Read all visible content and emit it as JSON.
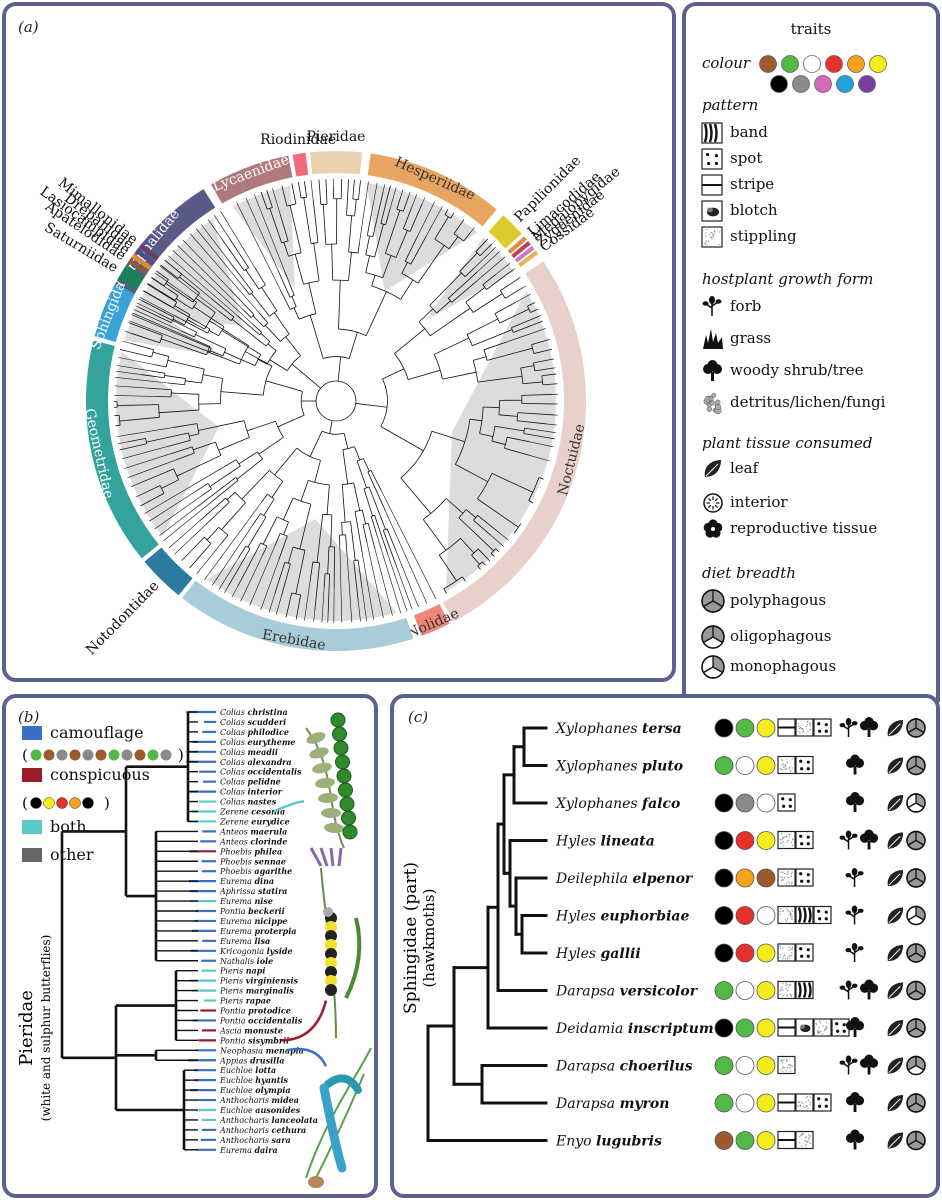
{
  "panel_a": {
    "label": "(a)",
    "families": [
      "Mimallonidae",
      "Drepanidae",
      "Lasiocampidae",
      "Apatelodidae",
      "Saturniidae",
      "Sphingidae",
      "Geometridae",
      "Notodontidae",
      "Erebidae",
      "Nolidae",
      "Noctuidae",
      "Cossidae",
      "Zygaenidae",
      "Megalopygidae",
      "Limacodidae",
      "Papilionidae",
      "Hesperiidae",
      "Pieridae",
      "Riodinidae",
      "Lycaenidae",
      "Nymphalidae"
    ]
  },
  "legend": {
    "title": "traits",
    "colour_header": "colour",
    "pattern_header": "pattern",
    "pattern_items": [
      "band",
      "spot",
      "stripe",
      "blotch",
      "stippling"
    ],
    "growth_header": "hostplant growth form",
    "growth_items": [
      "forb",
      "grass",
      "woody shrub/tree",
      "detritus/lichen/fungi"
    ],
    "tissue_header": "plant tissue consumed",
    "tissue_items": [
      "leaf",
      "interior",
      "reproductive tissue"
    ],
    "diet_header": "diet breadth",
    "diet_items": [
      "polyphagous",
      "oligophagous",
      "monophagous"
    ],
    "colours": [
      "#9b5a2c",
      "#52b848",
      "#ffffff",
      "#e8312a",
      "#f5a21e",
      "#f4ec1c",
      "#000000",
      "#8a8a8a",
      "#d66bb8",
      "#1fa3dc",
      "#7a3ea0"
    ]
  },
  "panel_b": {
    "label": "(b)",
    "legend": [
      "camouflage",
      "conspicuous",
      "both",
      "other"
    ],
    "legend_colors": [
      "#3a6fc4",
      "#9c1c2f",
      "#5ec8c8",
      "#666666"
    ],
    "axis_title": "Pieridae",
    "axis_subtitle": "(white and sulphur butterflies)",
    "taxa": [
      [
        "Colias",
        "christina"
      ],
      [
        "Colias",
        "scudderi"
      ],
      [
        "Colias",
        "philodice"
      ],
      [
        "Colias",
        "eurytheme"
      ],
      [
        "Colias",
        "meadii"
      ],
      [
        "Colias",
        "alexandra"
      ],
      [
        "Colias",
        "occidentalis"
      ],
      [
        "Colias",
        "pelidne"
      ],
      [
        "Colias",
        "interior"
      ],
      [
        "Colias",
        "nastes"
      ],
      [
        "Zerene",
        "cesonia"
      ],
      [
        "Zerene",
        "eurydice"
      ],
      [
        "Anteos",
        "maerula"
      ],
      [
        "Anteos",
        "clorinde"
      ],
      [
        "Phoebis",
        "philea"
      ],
      [
        "Phoebis",
        "sennae"
      ],
      [
        "Phoebis",
        "agarithe"
      ],
      [
        "Eurema",
        "dina"
      ],
      [
        "Aphrissa",
        "statira"
      ],
      [
        "Eurema",
        "nise"
      ],
      [
        "Pontia",
        "beckerii"
      ],
      [
        "Eurema",
        "nicippe"
      ],
      [
        "Eurema",
        "proterpia"
      ],
      [
        "Eurema",
        "lisa"
      ],
      [
        "Kricogonia",
        "lyside"
      ],
      [
        "Nathalis",
        "iole"
      ],
      [
        "Pieris",
        "napi"
      ],
      [
        "Pieris",
        "virginiensis"
      ],
      [
        "Pieris",
        "marginalis"
      ],
      [
        "Pieris",
        "rapae"
      ],
      [
        "Pontia",
        "protodice"
      ],
      [
        "Pontia",
        "occidentalis"
      ],
      [
        "Ascia",
        "monuste"
      ],
      [
        "Pontia",
        "sisymbrii"
      ],
      [
        "Neophasia",
        "menapia"
      ],
      [
        "Appias",
        "drusilla"
      ],
      [
        "Euchloe",
        "lotta"
      ],
      [
        "Euchloe",
        "hyantis"
      ],
      [
        "Euchloe",
        "olympia"
      ],
      [
        "Anthocharis",
        "midea"
      ],
      [
        "Euchloe",
        "ausonides"
      ],
      [
        "Anthocharis",
        "lanceolata"
      ],
      [
        "Anthocharis",
        "cethura"
      ],
      [
        "Anthocharis",
        "sara"
      ],
      [
        "Eurema",
        "daira"
      ]
    ]
  },
  "panel_c": {
    "label": "(c)",
    "axis_title": "Sphingidae (part)",
    "axis_subtitle": "(hawkmoths)",
    "species": [
      {
        "genus": "Xylophanes",
        "epithet": "tersa",
        "colours": [
          "#000000",
          "#52b848",
          "#f4ec1c"
        ],
        "patterns": [
          "stripe",
          "stippling",
          "spot"
        ],
        "growth": [
          "forb",
          "tree"
        ],
        "diet": "poly"
      },
      {
        "genus": "Xylophanes",
        "epithet": "pluto",
        "colours": [
          "#52b848",
          "#ffffff",
          "#f4ec1c"
        ],
        "patterns": [
          "stippling",
          "spot"
        ],
        "growth": [
          "tree"
        ],
        "diet": "poly"
      },
      {
        "genus": "Xylophanes",
        "epithet": "falco",
        "colours": [
          "#000000",
          "#8a8a8a",
          "#ffffff"
        ],
        "patterns": [
          "spot"
        ],
        "growth": [
          "tree"
        ],
        "diet": "mono"
      },
      {
        "genus": "Hyles",
        "epithet": "lineata",
        "colours": [
          "#000000",
          "#e8312a",
          "#f4ec1c"
        ],
        "patterns": [
          "stippling",
          "spot"
        ],
        "growth": [
          "forb",
          "tree"
        ],
        "diet": "poly"
      },
      {
        "genus": "Deilephila",
        "epithet": "elpenor",
        "colours": [
          "#000000",
          "#f5a21e",
          "#9b5a2c"
        ],
        "patterns": [
          "stippling",
          "spot"
        ],
        "growth": [
          "forb"
        ],
        "diet": "poly"
      },
      {
        "genus": "Hyles",
        "epithet": "euphorbiae",
        "colours": [
          "#000000",
          "#e8312a",
          "#ffffff"
        ],
        "patterns": [
          "stippling",
          "band",
          "spot"
        ],
        "growth": [
          "forb"
        ],
        "diet": "mono"
      },
      {
        "genus": "Hyles",
        "epithet": "gallii",
        "colours": [
          "#000000",
          "#e8312a",
          "#f4ec1c"
        ],
        "patterns": [
          "stippling",
          "spot"
        ],
        "growth": [
          "forb"
        ],
        "diet": "poly"
      },
      {
        "genus": "Darapsa",
        "epithet": "versicolor",
        "colours": [
          "#52b848",
          "#ffffff",
          "#f4ec1c"
        ],
        "patterns": [
          "stippling",
          "band"
        ],
        "growth": [
          "forb",
          "tree"
        ],
        "diet": "poly"
      },
      {
        "genus": "Deidamia",
        "epithet": "inscriptum",
        "colours": [
          "#000000",
          "#52b848",
          "#f4ec1c"
        ],
        "patterns": [
          "stripe",
          "blotch",
          "stippling",
          "spot"
        ],
        "growth": [
          "tree"
        ],
        "diet": "poly"
      },
      {
        "genus": "Darapsa",
        "epithet": "choerilus",
        "colours": [
          "#52b848",
          "#ffffff",
          "#f4ec1c"
        ],
        "patterns": [
          "stippling"
        ],
        "growth": [
          "forb",
          "tree"
        ],
        "diet": "oligo"
      },
      {
        "genus": "Darapsa",
        "epithet": "myron",
        "colours": [
          "#52b848",
          "#ffffff",
          "#f4ec1c"
        ],
        "patterns": [
          "stripe",
          "stippling",
          "spot"
        ],
        "growth": [
          "tree"
        ],
        "diet": "poly"
      },
      {
        "genus": "Enyo",
        "epithet": "lugubris",
        "colours": [
          "#9b5a2c",
          "#52b848",
          "#f4ec1c"
        ],
        "patterns": [
          "stripe",
          "stippling"
        ],
        "growth": [
          "tree"
        ],
        "diet": "poly"
      }
    ]
  }
}
